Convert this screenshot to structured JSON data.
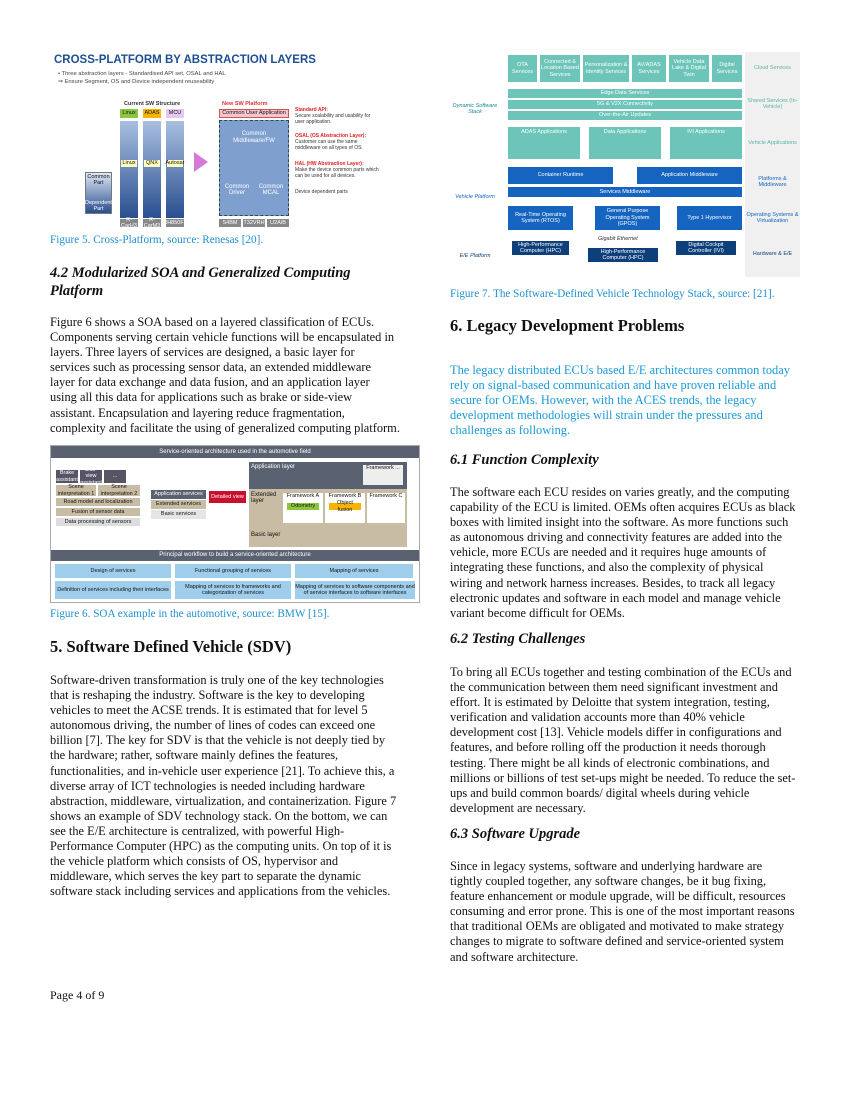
{
  "fig5": {
    "title": "CROSS-PLATFORM BY ABSTRACTION LAYERS",
    "bullet1": "• Three abstraction layers - Standardised API set, OSAL and HAL",
    "bullet2": "⇒ Ensure Segment, OS and Device independent reuseability",
    "current": "Current SW Structure",
    "new": "New SW Platform",
    "apps": [
      "Linux",
      "ADAS",
      "MCU"
    ],
    "os": [
      "Linux",
      "QNX",
      "Autosar"
    ],
    "hw": [
      "R-CarH3",
      "R-CarM3",
      "RH850F1"
    ],
    "hw_new": [
      "S4BM",
      "T32VRH",
      "U2A/B"
    ],
    "common_app": "Common User Application",
    "common_mw": "Common Middleware/FW",
    "common_driver": "Common Driver",
    "common_mcal": "Common MCAL",
    "std_api": "Standard API:",
    "std_api_desc": "Secure scalability and usability for user application.",
    "osal": "OSAL (OS Abstraction Layer):",
    "osal_desc": "Customer can use the same middleware on all types of OS.",
    "hal": "HAL (HW Abstraction Layer):",
    "hal_desc": "Make the device common parts which can be used for all devices.",
    "dep": "Device dependent parts",
    "common_part": "Common Part",
    "dependent_part": "Dependent Part",
    "caption": "Figure 5.   Cross-Platform, source: Renesas [20]."
  },
  "sec42": {
    "heading": "4.2 Modularized SOA and Generalized Computing Platform",
    "text": "Figure 6 shows a SOA based on a layered classification of ECUs.\nComponents serving certain vehicle functions will be encapsulated in\nlayers. Three layers of services are designed, a basic layer for\nservices such as processing sensor data, an extended middleware\nlayer for data exchange and data fusion, and an application layer\nusing all this data for applications such as brake or side-view\nassistant. Encapsulation and layering reduce fragmentation,\ncomplexity and facilitate the using of generalized computing platform."
  },
  "fig6": {
    "top": "Service-oriented architecture used in the automotive field",
    "bottom": "Principal workflow to build a service-oriented architecture",
    "left": [
      "Brake assistant",
      "Side-view assistant",
      "Scene interpretation 1",
      "Scene interpretation 2",
      "Road model and localization",
      "Fusion of sensor data",
      "Data processing of sensors"
    ],
    "services": [
      "Application services",
      "Extended services",
      "Basic services"
    ],
    "detail": "Detailed view",
    "app_layer": "Application layer",
    "ext_layer": "Extended layer",
    "basic_layer": "Basic layer",
    "frameworks": [
      "Framework A",
      "Framework B",
      "Framework C",
      "Framework ..."
    ],
    "odometry": "Odometry",
    "fusion": "Object fusion",
    "steps": [
      "Design of services",
      "Functional grouping of services",
      "Mapping of services"
    ],
    "step_desc": [
      "Definition of services including their interfaces",
      "Mapping of services to frameworks and categorization of services",
      "Mapping of services to software components and of service interfaces to software interfaces"
    ],
    "caption": "Figure 6.  SOA example in the automotive, source: BMW [15]."
  },
  "sec5": {
    "heading": "5. Software Defined Vehicle (SDV)",
    "text": "Software-driven transformation is truly one of the key technologies\nthat is reshaping the industry. Software is the key to developing\nvehicles to meet the ACSE trends. It is estimated that for level 5\nautonomous driving, the number of lines of codes can exceed one\nbillion [7]. The key for SDV is that the vehicle is not deeply tied by\nthe hardware; rather, software mainly defines the features,\nfunctionalities, and in-vehicle user experience [21]. To achieve this, a\ndiverse array of ICT technologies is needed including hardware\nabstraction, middleware, virtualization, and containerization. Figure 7\nshows an example of SDV technology stack. On the bottom, we can\nsee the E/E architecture is centralized, with powerful  High-\nPerformance Computer (HPC) as the computing units. On top of it is\nthe vehicle platform which consists of OS, hypervisor and\nmiddleware, which serves the key part to separate the dynamic\nsoftware stack including services and applications from the vehicles."
  },
  "footer": "Page 4 of 9",
  "fig7": {
    "cloud": [
      "OTA Services",
      "Connected & Location Based Services",
      "Personalization & Identity Services",
      "AV/ADAS Services",
      "Vehicle Data Lake & Digital Twin",
      "Digital Services"
    ],
    "shared": [
      "Edge Data Services",
      "5G & V2X Connectivity",
      "Over-the-Air Updates"
    ],
    "apps": [
      "ADAS Applications",
      "Data Applications",
      "IVI Applications"
    ],
    "platform": [
      "Container Runtime",
      "Application Middleware",
      "Services Middleware"
    ],
    "os": [
      "Real-Time Operating System (RTOS)",
      "General Purpose Operating System (GPOS)",
      "Type 1 Hypervisor"
    ],
    "hw": [
      "High-Performance Computer (HPC)",
      "High-Performance Computer (HPC)",
      "Digital Cockpit Controller (IVI)"
    ],
    "ethernet": "Gigabit Ethernet",
    "right": [
      "Cloud Services",
      "Shared Services (In-Vehicle)",
      "Vehicle Applications",
      "Platforms & Middleware",
      "Operating Systems & Virtualization",
      "Hardware & E/E"
    ],
    "left": [
      "Dynamic Software Stack",
      "Vehicle Platform",
      "E/E Platform"
    ],
    "colors": {
      "teal": "#6cc5b8",
      "blue": "#1565c0",
      "navy": "#0d3f7a"
    },
    "caption": "Figure 7. The Software-Defined Vehicle Technology Stack, source: [21]."
  },
  "sec6": {
    "heading": "6. Legacy Development Problems",
    "text": "The legacy distributed ECUs based E/E architectures common today\nrely on signal-based communication and have proven reliable and\nsecure for OEMs. However, with the ACES trends, the legacy\ndevelopment methodologies will strain under the pressures and\nchallenges as following."
  },
  "sec61": {
    "heading": "6.1 Function Complexity",
    "text": "The software each ECU resides on varies greatly, and the computing\ncapability of the ECU is limited. OEMs often acquires ECUs as black\nboxes with limited insight into the software. As more functions such\nas autonomous driving and connectivity features are added into the\nvehicle, more ECUs are needed and it requires huge amounts of\nintegrating these functions, and also the complexity of physical\nwiring and network harness increases. Besides, to track all legacy\nelectronic updates and software in each model and manage vehicle\nvariant become difficult for OEMs."
  },
  "sec62": {
    "heading": "6.2 Testing Challenges",
    "text": "To bring all ECUs together and testing combination of the ECUs and\nthe communication between them need significant investment and\neffort.  It is estimated by Deloitte that system integration, testing,\nverification and validation accounts more than 40% vehicle\ndevelopment cost [13]. Vehicle models differ in configurations and\nfeatures, and before rolling off the production it needs thorough\ntesting. There might be all kinds of electronic combinations, and\nmillions or billions of test set-ups might be needed. To reduce the set-\nups and build common boards/ digital wheels during vehicle\ndevelopment are necessary."
  },
  "sec63": {
    "heading": "6.3 Software Upgrade",
    "text": "Since in legacy systems, software and underlying hardware are\ntightly coupled together, any software changes, be it bug fixing,\nfeature enhancement or module upgrade, will be difficult, resources\nconsuming and error prone. This is one of the most important reasons\nthat traditional OEMs are obligated and motivated to make strategy\nchanges to migrate to software defined and service-oriented system\nand software architecture."
  },
  "colors": {
    "caption": "#1f8fd0",
    "highlight_text": "#1a9ad6"
  }
}
